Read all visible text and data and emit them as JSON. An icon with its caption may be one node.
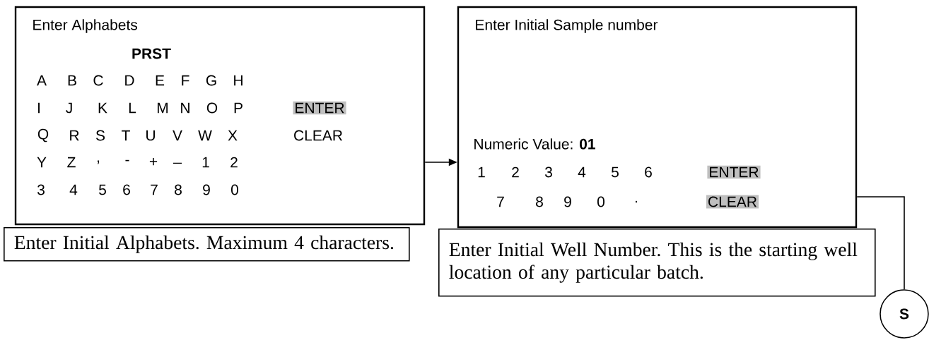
{
  "diagram": {
    "nodes": [
      {
        "text": [
          "Enter Alphabets",
          "PRST"
        ]
      },
      {
        "text": [
          "ENTER"
        ],
        "in": 0
      },
      {
        "text": [
          "Enter Initial Sample number",
          "Numeric Value: **01**"
        ]
      },
      {
        "text": [
          "ENTER"
        ],
        "in": 2
      },
      {
        "text": [
          "CLEAR"
        ],
        "in": 2
      },
      {
        "text": [
          "Enter Initial Alphabets. Maximum 4 characters."
        ]
      },
      {
        "text": [
          "Enter Initial Well Number. This is the starting well location of any particular batch."
        ]
      },
      {
        "text": [
          "S"
        ]
      }
    ],
    "edges": [
      {
        "from": 0,
        "to": 2,
        "arrow": "to"
      },
      {
        "from": 2,
        "to": 7,
        "arrow": "none"
      }
    ],
    "labels": [
      "A",
      "B",
      "C",
      "D",
      "E",
      "F",
      "G",
      "H",
      "I",
      "J",
      "K",
      "L",
      "M",
      "N",
      "O",
      "P",
      "Q",
      "R",
      "S",
      "T",
      "U",
      "V",
      "W",
      "X",
      "CLEAR",
      "Y",
      "Z",
      ",",
      "-",
      "+",
      "_",
      "1",
      "2",
      "3",
      "4",
      "5",
      "6",
      "7",
      "8",
      "9",
      "0",
      "1",
      "2",
      "3",
      "4",
      "5",
      "6",
      "7",
      "8",
      "9",
      "0",
      "."
    ]
  }
}
